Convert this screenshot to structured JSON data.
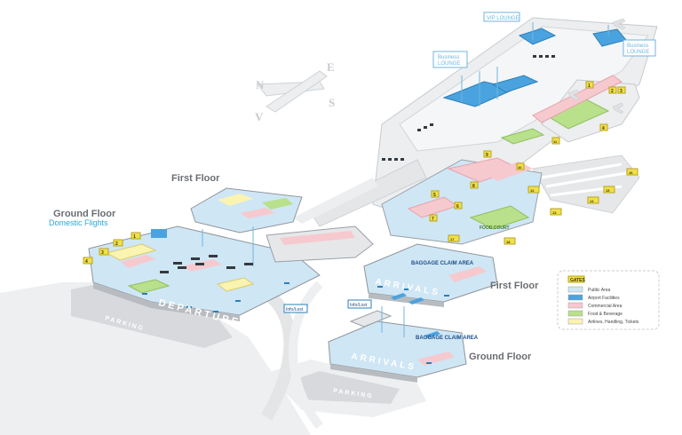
{
  "compass": {
    "n": "N",
    "e": "E",
    "s": "S",
    "w": "V"
  },
  "floors": {
    "ground_left": "Ground Floor",
    "first_left": "First Floor",
    "first_right": "First Floor",
    "ground_right": "Ground Floor"
  },
  "domestic_flights": "Domestic Flights",
  "areas": {
    "departures": "DEPARTURES",
    "arrivals_first": "ARRIVALS",
    "arrivals_ground": "ARRIVALS",
    "baggage_first": "BAGGAGE CLAIM AREA",
    "baggage_ground": "BAGGAGE CLAIM AREA",
    "food_court": "FOOD COURT",
    "parking_left": "PARKING",
    "parking_right": "PARKING",
    "info_left": "Info/Lost",
    "info_right": "Info/Lost"
  },
  "lounges": {
    "vip": "VIP LOUNGE",
    "business_left_1": "Business",
    "business_left_2": "LOUNGE",
    "business_right_1": "Business",
    "business_right_2": "LOUNGE"
  },
  "legend": {
    "title": "GATES",
    "items": [
      {
        "label": "Public Area",
        "color": "#cfe6f5"
      },
      {
        "label": "Airport Facilities",
        "color": "#4aa3df"
      },
      {
        "label": "Commercial Area",
        "color": "#f6c9cf"
      },
      {
        "label": "Food & Beverage",
        "color": "#b9e08a"
      },
      {
        "label": "Airlines, Handling, Tickets",
        "color": "#fbf3b0"
      }
    ]
  },
  "colors": {
    "public": "#cfe6f5",
    "facility": "#4aa3df",
    "commercial": "#f6c9cf",
    "food": "#b9e08a",
    "airline": "#fbf3b0",
    "gate": "#f2e04a",
    "structure": "#e6e7e9",
    "wall": "#9aa0a6"
  },
  "gates": {
    "d1": "1",
    "d2": "2",
    "d3": "3",
    "d4": "4",
    "d5": "5",
    "d6": "6",
    "d7": "7",
    "d8": "8",
    "d9": "9",
    "d10": "10",
    "d11": "11",
    "d12": "12",
    "d13": "13",
    "d14": "14",
    "d15": "15",
    "d16": "16",
    "d17": "17",
    "d18": "18",
    "i1": "1",
    "i2": "2",
    "i3": "3",
    "i4": "4",
    "i5": "5",
    "i6": "6",
    "i7": "7",
    "i8": "8",
    "i9": "9"
  }
}
